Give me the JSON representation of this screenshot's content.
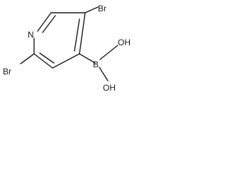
{
  "structure": {
    "atoms": {
      "n1": "N",
      "br_top": "Br",
      "br_left": "Br",
      "b": "B",
      "oh_top": "OH",
      "oh_bottom": "OH"
    },
    "colors": {
      "ink": "#1a1a1a",
      "background": "#ffffff"
    }
  }
}
